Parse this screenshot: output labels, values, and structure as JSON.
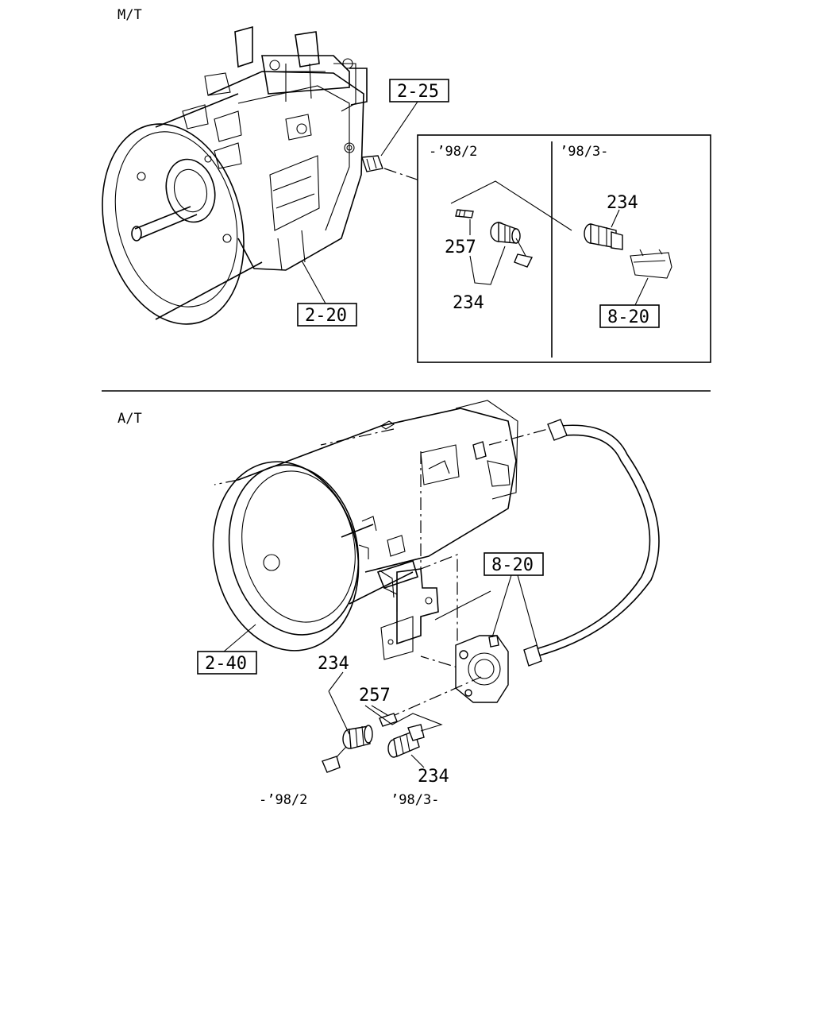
{
  "sections": {
    "manual": {
      "title": "M/T",
      "refs": {
        "transmission": "2-20",
        "speed_sensor_port": "2-25",
        "sensor_clip": "8-20"
      },
      "inset": {
        "left_period": "-’98/2",
        "right_period": "’98/3-",
        "parts": {
          "sensor_left": "234",
          "gear": "257",
          "sensor_right": "234"
        }
      }
    },
    "automatic": {
      "title": "A/T",
      "refs": {
        "transmission": "2-40",
        "speedo_driven": "8-20"
      },
      "parts": {
        "sensor_left": "234",
        "gear": "257",
        "sensor_right": "234"
      },
      "periods": {
        "left": "-’98/2",
        "right": "’98/3-"
      }
    }
  }
}
